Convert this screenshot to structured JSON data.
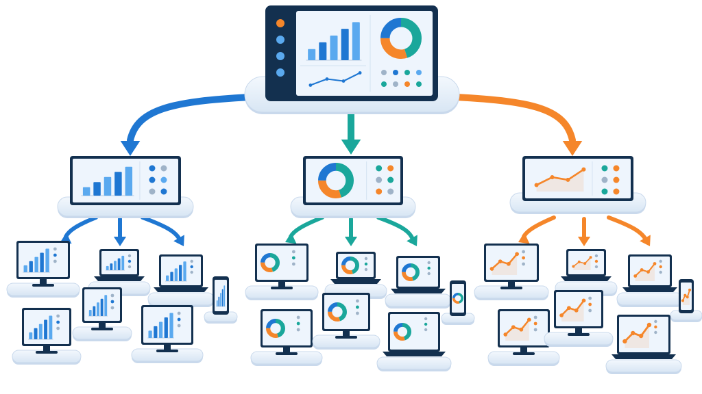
{
  "palette": {
    "blue": "#1f77d2",
    "blue_light": "#5aa9ef",
    "teal": "#1aa79b",
    "orange": "#f5862a",
    "navy": "#13304f",
    "screen_bg": "#eef5fd",
    "platform": "#e3edf8",
    "platform_edge": "#c9d9ec",
    "dot_gray": "#9fb3c8"
  },
  "hub": {
    "name": "central-dashboard",
    "widgets": [
      "sidebar-nav",
      "bar-chart",
      "donut-chart",
      "line-chart",
      "dot-indicators"
    ]
  },
  "branches": [
    {
      "name": "bar",
      "color": "blue",
      "chart": "bar-chart",
      "devices": [
        "monitor",
        "laptop",
        "laptop",
        "phone",
        "monitor",
        "monitor",
        "monitor"
      ]
    },
    {
      "name": "donut",
      "color": "teal",
      "chart": "donut-chart",
      "devices": [
        "monitor",
        "laptop",
        "laptop",
        "phone",
        "monitor",
        "monitor",
        "laptop"
      ]
    },
    {
      "name": "line",
      "color": "orange",
      "chart": "line-chart",
      "devices": [
        "monitor",
        "laptop",
        "laptop",
        "phone",
        "monitor",
        "monitor",
        "laptop"
      ]
    }
  ]
}
